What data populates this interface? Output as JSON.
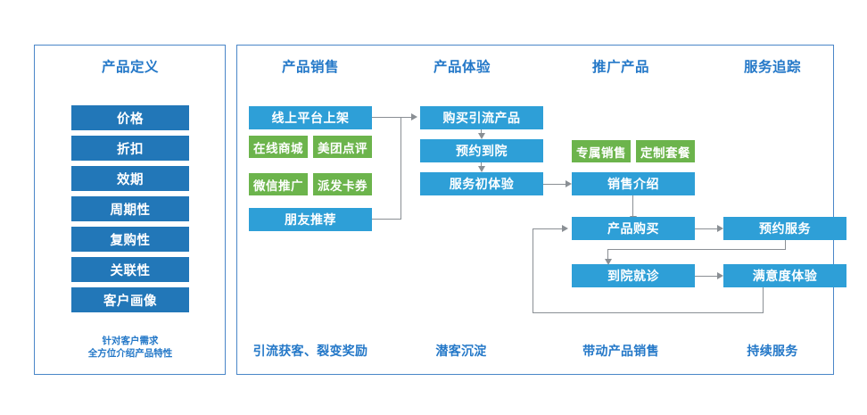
{
  "left_panel": {
    "title": "产品定义",
    "items": [
      {
        "label": "价格"
      },
      {
        "label": "折扣"
      },
      {
        "label": "效期"
      },
      {
        "label": "周期性"
      },
      {
        "label": "复购性"
      },
      {
        "label": "关联性"
      },
      {
        "label": "客户画像"
      }
    ],
    "caption_line1": "针对客户需求",
    "caption_line2": "全方位介绍产品特性"
  },
  "right_panel": {
    "columns": [
      {
        "title": "产品销售",
        "footer": "引流获客、裂变奖励"
      },
      {
        "title": "产品体验",
        "footer": "潜客沉淀"
      },
      {
        "title": "推广产品",
        "footer": "带动产品销售"
      },
      {
        "title": "服务追踪",
        "footer": "持续服务"
      }
    ],
    "nodes": {
      "online_platform": "线上平台上架",
      "online_mall": "在线商城",
      "meituan_review": "美团点评",
      "wechat_promo": "微信推广",
      "card_coupon": "派发卡券",
      "friend_referral": "朋友推荐",
      "buy_traffic_product": "购买引流产品",
      "book_visit": "预约到院",
      "first_service": "服务初体验",
      "dedicated_sales": "专属销售",
      "custom_package": "定制套餐",
      "sales_intro": "销售介绍",
      "product_purchase": "产品购买",
      "book_service": "预约服务",
      "hospital_visit": "到院就诊",
      "satisfaction": "满意度体验"
    }
  },
  "colors": {
    "deep_blue": "#2277b8",
    "blue": "#2e9fd7",
    "green": "#6cb44c",
    "title_blue": "#2478c8",
    "panel_border": "#4a86c8",
    "connector": "#8a8f94"
  }
}
